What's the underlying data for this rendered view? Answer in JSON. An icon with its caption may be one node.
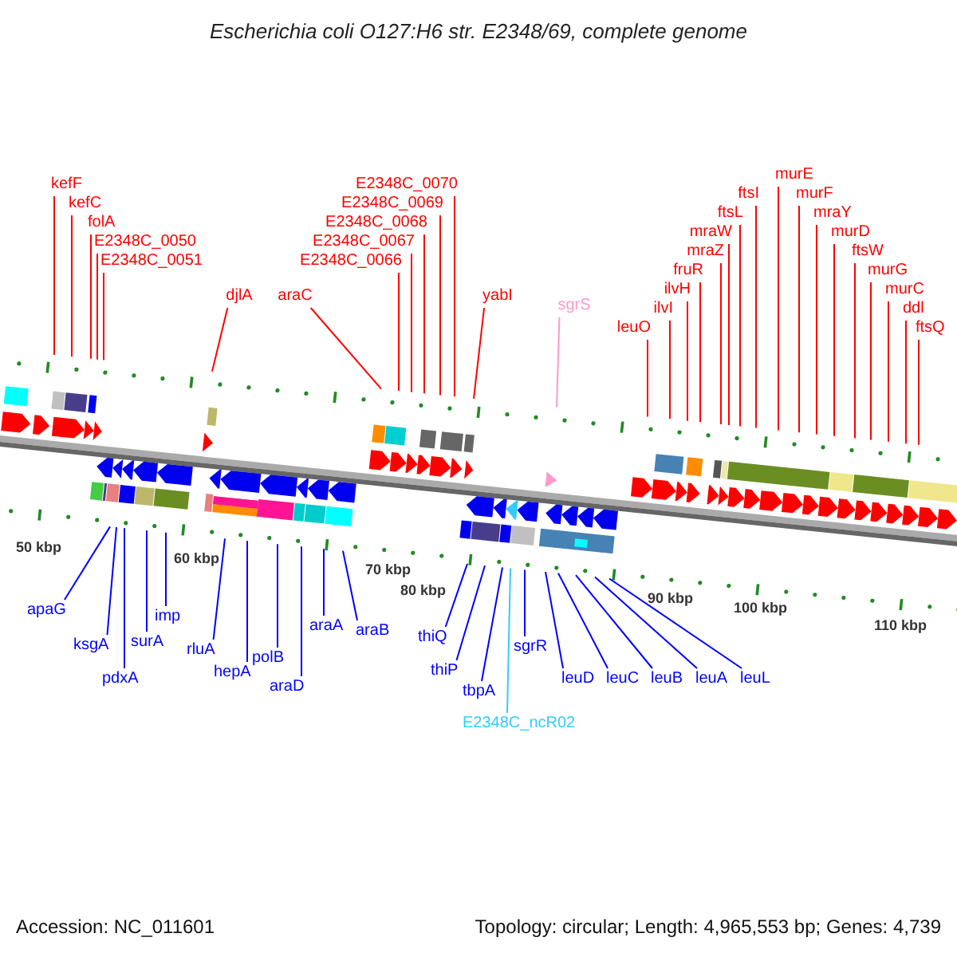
{
  "diagram": {
    "title": "Escherichia coli O127:H6 str. E2348/69, complete genome",
    "nodes": [
      {
        "text": [
          "kefF"
        ]
      },
      {
        "text": [
          "kefC"
        ]
      },
      {
        "text": [
          "folA"
        ]
      },
      {
        "text": [
          "E2348C_0050"
        ]
      },
      {
        "text": [
          "E2348C_0051"
        ]
      },
      {
        "text": [
          "djlA"
        ]
      },
      {
        "text": [
          "araC"
        ]
      },
      {
        "text": [
          "E2348C_0066"
        ]
      },
      {
        "text": [
          "E2348C_0067"
        ]
      },
      {
        "text": [
          "E2348C_0068"
        ]
      },
      {
        "text": [
          "E2348C_0069"
        ]
      },
      {
        "text": [
          "E2348C_0070"
        ]
      },
      {
        "text": [
          "yabI"
        ]
      },
      {
        "text": [
          "sgrS"
        ]
      },
      {
        "text": [
          "leuO"
        ]
      },
      {
        "text": [
          "ilvI"
        ]
      },
      {
        "text": [
          "ilvH"
        ]
      },
      {
        "text": [
          "fruR"
        ]
      },
      {
        "text": [
          "mraZ"
        ]
      },
      {
        "text": [
          "mraW"
        ]
      },
      {
        "text": [
          "ftsL"
        ]
      },
      {
        "text": [
          "ftsI"
        ]
      },
      {
        "text": [
          "murE"
        ]
      },
      {
        "text": [
          "murF"
        ]
      },
      {
        "text": [
          "mraY"
        ]
      },
      {
        "text": [
          "murD"
        ]
      },
      {
        "text": [
          "ftsW"
        ]
      },
      {
        "text": [
          "murG"
        ]
      },
      {
        "text": [
          "murC"
        ]
      },
      {
        "text": [
          "ddl"
        ]
      },
      {
        "text": [
          "ftsQ"
        ]
      },
      {
        "text": [
          "apaG"
        ]
      },
      {
        "text": [
          "ksgA"
        ]
      },
      {
        "text": [
          "pdxA"
        ]
      },
      {
        "text": [
          "surA"
        ]
      },
      {
        "text": [
          "imp"
        ]
      },
      {
        "text": [
          "rluA"
        ]
      },
      {
        "text": [
          "hepA"
        ]
      },
      {
        "text": [
          "polB"
        ]
      },
      {
        "text": [
          "araD"
        ]
      },
      {
        "text": [
          "araA"
        ]
      },
      {
        "text": [
          "araB"
        ]
      },
      {
        "text": [
          "thiQ"
        ]
      },
      {
        "text": [
          "thiP"
        ]
      },
      {
        "text": [
          "tbpA"
        ]
      },
      {
        "text": [
          "E2348C_ncR02"
        ]
      },
      {
        "text": [
          "sgrR"
        ]
      },
      {
        "text": [
          "leuD"
        ]
      },
      {
        "text": [
          "leuC"
        ]
      },
      {
        "text": [
          "leuB"
        ]
      },
      {
        "text": [
          "leuA"
        ]
      },
      {
        "text": [
          "leuL"
        ]
      }
    ],
    "edges": [
      {
        "from": 0,
        "to": null,
        "arrow": "none"
      },
      {
        "from": 1,
        "to": null,
        "arrow": "none"
      },
      {
        "from": 2,
        "to": null,
        "arrow": "none"
      },
      {
        "from": 3,
        "to": null,
        "arrow": "none"
      },
      {
        "from": 4,
        "to": null,
        "arrow": "none"
      },
      {
        "from": 5,
        "to": null,
        "arrow": "none"
      },
      {
        "from": 6,
        "to": null,
        "arrow": "none"
      },
      {
        "from": 7,
        "to": null,
        "arrow": "none"
      },
      {
        "from": 8,
        "to": null,
        "arrow": "none"
      },
      {
        "from": 9,
        "to": null,
        "arrow": "none"
      },
      {
        "from": 10,
        "to": null,
        "arrow": "none"
      },
      {
        "from": 11,
        "to": null,
        "arrow": "none"
      },
      {
        "from": 12,
        "to": null,
        "arrow": "none"
      },
      {
        "from": 13,
        "to": null,
        "arrow": "none",
        "color": "#ff99cc"
      },
      {
        "from": 14,
        "to": null,
        "arrow": "none"
      },
      {
        "from": 15,
        "to": null,
        "arrow": "none"
      },
      {
        "from": 16,
        "to": null,
        "arrow": "none"
      },
      {
        "from": 17,
        "to": null,
        "arrow": "none"
      },
      {
        "from": 18,
        "to": null,
        "arrow": "none"
      },
      {
        "from": 19,
        "to": null,
        "arrow": "none"
      },
      {
        "from": 20,
        "to": null,
        "arrow": "none"
      },
      {
        "from": 21,
        "to": null,
        "arrow": "none"
      },
      {
        "from": 22,
        "to": null,
        "arrow": "none"
      },
      {
        "from": 23,
        "to": null,
        "arrow": "none"
      },
      {
        "from": 24,
        "to": null,
        "arrow": "none"
      },
      {
        "from": 25,
        "to": null,
        "arrow": "none"
      },
      {
        "from": 26,
        "to": null,
        "arrow": "none"
      },
      {
        "from": 27,
        "to": null,
        "arrow": "none"
      },
      {
        "from": 28,
        "to": null,
        "arrow": "none"
      },
      {
        "from": 29,
        "to": null,
        "arrow": "none"
      },
      {
        "from": 30,
        "to": null,
        "arrow": "none"
      },
      {
        "from": 31,
        "to": null,
        "arrow": "none",
        "color": "#0000ff"
      },
      {
        "from": 32,
        "to": null,
        "arrow": "none",
        "color": "#0000ff"
      },
      {
        "from": 33,
        "to": null,
        "arrow": "none",
        "color": "#0000ff"
      },
      {
        "from": 34,
        "to": null,
        "arrow": "none",
        "color": "#0000ff"
      },
      {
        "from": 35,
        "to": null,
        "arrow": "none",
        "color": "#0000ff"
      },
      {
        "from": 36,
        "to": null,
        "arrow": "none",
        "color": "#0000ff"
      },
      {
        "from": 37,
        "to": null,
        "arrow": "none",
        "color": "#0000ff"
      },
      {
        "from": 38,
        "to": null,
        "arrow": "none",
        "color": "#0000ff"
      },
      {
        "from": 39,
        "to": null,
        "arrow": "none",
        "color": "#0000ff"
      },
      {
        "from": 40,
        "to": null,
        "arrow": "none",
        "color": "#0000ff"
      },
      {
        "from": 41,
        "to": null,
        "arrow": "none",
        "color": "#0000ff"
      },
      {
        "from": 42,
        "to": null,
        "arrow": "none",
        "color": "#0000ff"
      },
      {
        "from": 43,
        "to": null,
        "arrow": "none",
        "color": "#0000ff"
      },
      {
        "from": 44,
        "to": null,
        "arrow": "none",
        "color": "#0000ff"
      },
      {
        "from": 45,
        "to": null,
        "arrow": "none",
        "color": "#33ccff"
      },
      {
        "from": 46,
        "to": null,
        "arrow": "none",
        "color": "#0000ff"
      },
      {
        "from": 47,
        "to": null,
        "arrow": "none",
        "color": "#0000ff"
      },
      {
        "from": 48,
        "to": null,
        "arrow": "none",
        "color": "#0000ff"
      },
      {
        "from": 49,
        "to": null,
        "arrow": "none",
        "color": "#0000ff"
      },
      {
        "from": 50,
        "to": null,
        "arrow": "none",
        "color": "#0000ff"
      },
      {
        "from": 51,
        "to": null,
        "arrow": "none",
        "color": "#0000ff"
      }
    ],
    "labels": [
      "50 kbp",
      "60 kbp",
      "70 kbp",
      "80 kbp",
      "90 kbp",
      "100 kbp",
      "110 kbp",
      "Accession: NC_011601",
      "Topology: circular; Length: 4,965,553 bp; Genes: 4,739"
    ]
  }
}
